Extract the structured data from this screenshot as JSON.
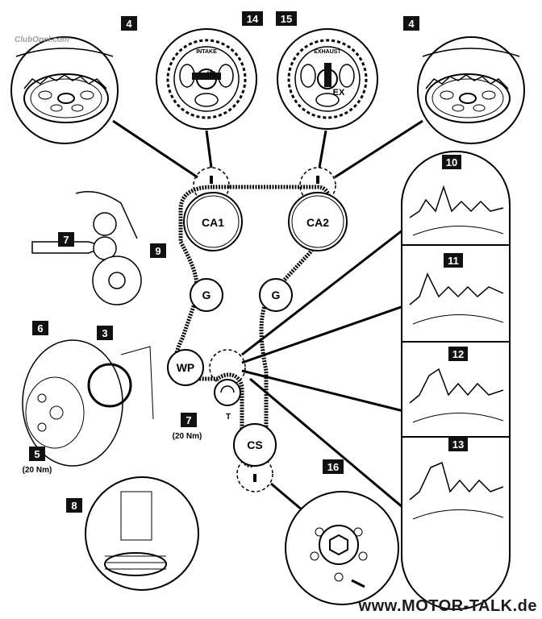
{
  "callouts": [
    {
      "id": "c4a",
      "text": "4"
    },
    {
      "id": "c14",
      "text": "14"
    },
    {
      "id": "c15",
      "text": "15"
    },
    {
      "id": "c4b",
      "text": "4"
    },
    {
      "id": "c10",
      "text": "10"
    },
    {
      "id": "c11",
      "text": "11"
    },
    {
      "id": "c12",
      "text": "12"
    },
    {
      "id": "c13",
      "text": "13"
    },
    {
      "id": "c7a",
      "text": "7"
    },
    {
      "id": "c9",
      "text": "9"
    },
    {
      "id": "c6",
      "text": "6"
    },
    {
      "id": "c3",
      "text": "3"
    },
    {
      "id": "c5",
      "text": "5"
    },
    {
      "id": "c7b",
      "text": "7"
    },
    {
      "id": "c16",
      "text": "16"
    },
    {
      "id": "c8",
      "text": "8"
    }
  ],
  "pulleys": {
    "ca1": "CA1",
    "ca2": "CA2",
    "g_left": "G",
    "g_right": "G",
    "wp": "WP",
    "cs": "CS",
    "tensioner_sub": "T"
  },
  "gear_labels": {
    "intake_marking": "INTAKE",
    "exhaust_marking": "EXHAUST",
    "in": "IN",
    "ex": "EX"
  },
  "torque": {
    "tensioner": "(20 Nm)",
    "damper_bolt": "(20 Nm)"
  },
  "watermarks": {
    "bottom": "www.MOTOR-TALK.de",
    "top": "ClubOpel.com"
  }
}
